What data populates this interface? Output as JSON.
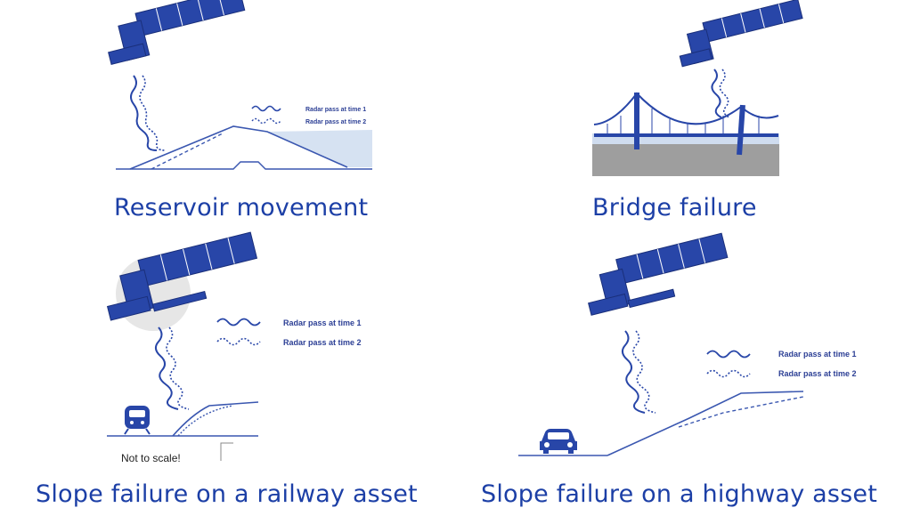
{
  "colors": {
    "satellite": "#2846a8",
    "satellite_dark": "#1a2f7a",
    "terrain": "#3a57b0",
    "water": "#d6e2f2",
    "bridge_road": "#9e9e9e",
    "caption": "#1c3fa6"
  },
  "panels": [
    {
      "id": "reservoir",
      "caption": "Reservoir movement",
      "legend": [
        "Radar pass at time 1",
        "Radar pass at time 2"
      ]
    },
    {
      "id": "bridge",
      "caption": "Bridge failure"
    },
    {
      "id": "railway",
      "caption": "Slope failure on a railway asset",
      "legend": [
        "Radar pass at time 1",
        "Radar pass at time 2"
      ],
      "note": "Not to scale!",
      "icons": [
        "train-icon"
      ]
    },
    {
      "id": "highway",
      "caption": "Slope failure on a highway asset",
      "legend": [
        "Radar pass at time 1",
        "Radar pass at time 2"
      ],
      "icons": [
        "car-icon"
      ]
    }
  ]
}
